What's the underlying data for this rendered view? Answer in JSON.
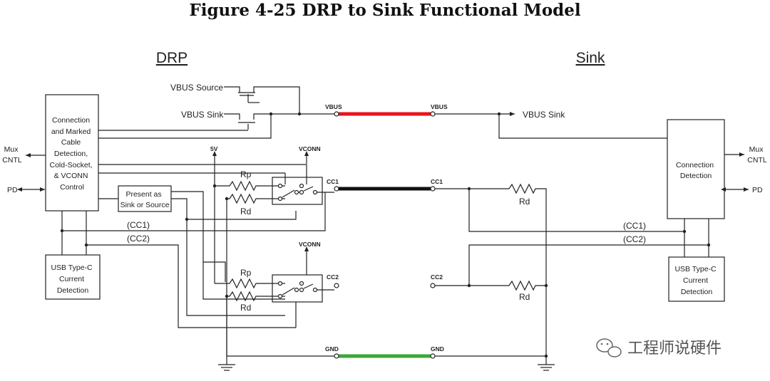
{
  "figure_title": "Figure 4-25  DRP to Sink Functional Model",
  "sections": {
    "drp": "DRP",
    "sink": "Sink"
  },
  "drp": {
    "vbus_source": "VBUS Source",
    "vbus_sink": "VBUS Sink",
    "control_box": [
      "Connection",
      "and Marked",
      "Cable",
      "Detection,",
      "Cold-Socket,",
      "& VCONN",
      "Control"
    ],
    "present_box": [
      "Present as",
      "Sink or Source"
    ],
    "usb_box": [
      "USB Type-C",
      "Current",
      "Detection"
    ],
    "mux": [
      "Mux",
      "CNTL"
    ],
    "pd": "PD",
    "v5": "5V",
    "vconn": "VCONN",
    "rp": "Rp",
    "rd": "Rd",
    "cc1_net": "(CC1)",
    "cc2_net": "(CC2)"
  },
  "cable": {
    "vbus": "VBUS",
    "cc1": "CC1",
    "cc2": "CC2",
    "gnd": "GND",
    "colors": {
      "vbus": "#e8151b",
      "cc1": "#111111",
      "gnd": "#3aa935"
    }
  },
  "sink": {
    "vbus_sink": "VBUS Sink",
    "conn_box": [
      "Connection",
      "Detection"
    ],
    "usb_box": [
      "USB Type-C",
      "Current",
      "Detection"
    ],
    "mux": [
      "Mux",
      "CNTL"
    ],
    "pd": "PD",
    "rd": "Rd",
    "cc1_net": "(CC1)",
    "cc2_net": "(CC2)"
  },
  "watermark": "工程师说硬件"
}
